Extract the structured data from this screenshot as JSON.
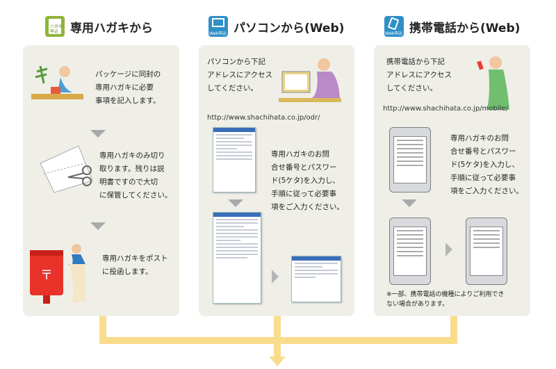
{
  "sections": [
    {
      "icon": "card-icon",
      "icon_text": "ハガキ申込",
      "title": "専用ハガキから",
      "steps": [
        "パッケージに同封の\n専用ハガキに必要\n事項を記入します。",
        "専用ハガキのみ切り\n取ります。残りは説\n明書ですので大切\nに保管してください。",
        "専用ハガキをポスト\nに投函します。"
      ]
    },
    {
      "icon": "pc-icon",
      "icon_text": "Web申込",
      "title": "パソコンから(Web)",
      "steps": [
        "パソコンから下記\nアドレスにアクセス\nしてください。",
        "専用ハガキのお問\n合せ番号とパスワー\nド(5ケタ)を入力し、\n手順に従って必要事\n項をご入力ください。"
      ],
      "url": "http://www.shachihata.co.jp/odr/"
    },
    {
      "icon": "mobile-icon",
      "icon_text": "Web申込",
      "title": "携帯電話から(Web)",
      "steps": [
        "携帯電話から下記\nアドレスにアクセス\nしてください。",
        "専用ハガキのお問\n合せ番号とパスワー\nド(5ケタ)を入力し、\n手順に従って必要事\n項をご入力ください。"
      ],
      "url": "http://www.shachihata.co.jp/mobile/",
      "note": "※一部、携帯電話の機種によりご利用でき\nない場合があります。"
    }
  ],
  "colors": {
    "panel": "#efefe8",
    "flow": "#f9dc8c",
    "accent_green": "#8fb43a",
    "accent_blue": "#2f8fc8"
  }
}
